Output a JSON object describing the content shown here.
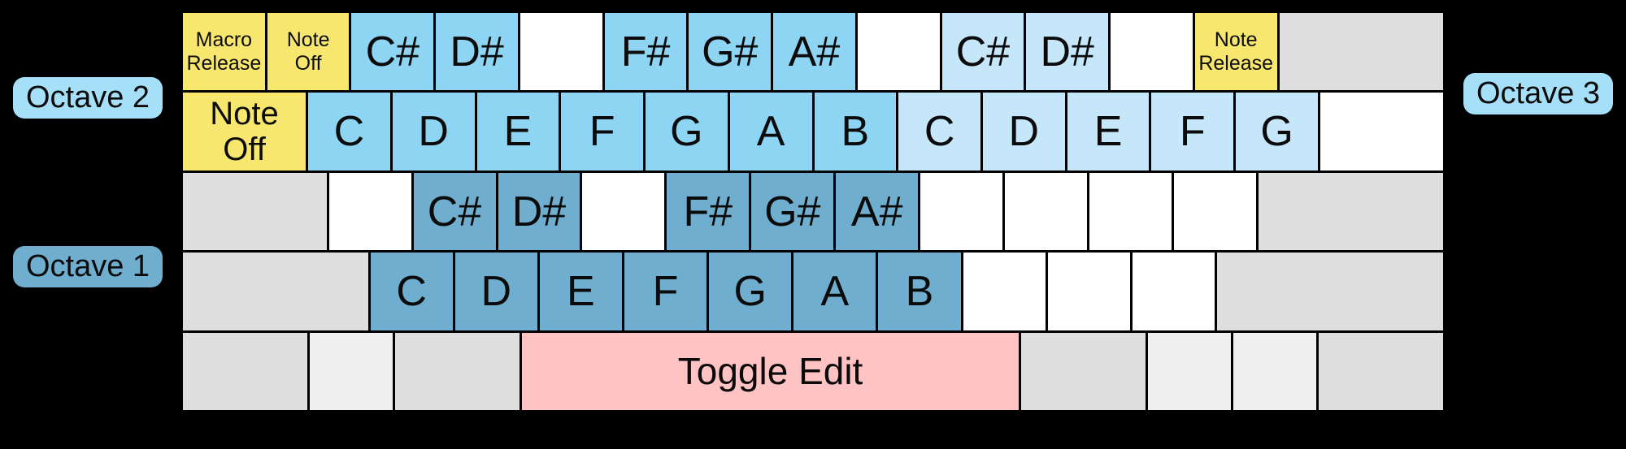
{
  "diagram": {
    "background": "#000000",
    "palette": {
      "yellow": "#F8E76E",
      "octave1": "#6FAECE",
      "octave2": "#8DD5F3",
      "octave3": "#C6E7FA",
      "white": "#FFFFFF",
      "gray": "#DFDFDF",
      "gray_light": "#EFEFEF",
      "pink": "#FFC3C4",
      "badge_blue": "#A6DFF8",
      "badge_steel": "#6FAECE",
      "key_text": "#0B0B0B"
    },
    "badges": {
      "octave2": {
        "label": "Octave 2",
        "color": "#A6DFF8"
      },
      "octave1": {
        "label": "Octave 1",
        "color": "#6FAECE"
      },
      "octave3": {
        "label": "Octave 3",
        "color": "#A6DFF8"
      }
    },
    "rows": [
      [
        {
          "n": "key-macro-release",
          "t": "Macro\nRelease",
          "c": "yellow",
          "u": 1,
          "s": "s"
        },
        {
          "n": "key-note-off",
          "t": "Note\nOff",
          "c": "yellow",
          "u": 1,
          "s": "s"
        },
        {
          "n": "key-c-sharp-octave2",
          "t": "C#",
          "c": "octave2",
          "u": 1,
          "s": "l"
        },
        {
          "n": "key-d-sharp-octave2",
          "t": "D#",
          "c": "octave2",
          "u": 1,
          "s": "l"
        },
        {
          "n": "key-blank",
          "t": "",
          "c": "white",
          "u": 1,
          "s": "l"
        },
        {
          "n": "key-f-sharp-octave2",
          "t": "F#",
          "c": "octave2",
          "u": 1,
          "s": "l"
        },
        {
          "n": "key-g-sharp-octave2",
          "t": "G#",
          "c": "octave2",
          "u": 1,
          "s": "l"
        },
        {
          "n": "key-a-sharp-octave2",
          "t": "A#",
          "c": "octave2",
          "u": 1,
          "s": "l"
        },
        {
          "n": "key-blank",
          "t": "",
          "c": "white",
          "u": 1,
          "s": "l"
        },
        {
          "n": "key-c-sharp-octave3",
          "t": "C#",
          "c": "octave3",
          "u": 1,
          "s": "l"
        },
        {
          "n": "key-d-sharp-octave3",
          "t": "D#",
          "c": "octave3",
          "u": 1,
          "s": "l"
        },
        {
          "n": "key-blank",
          "t": "",
          "c": "white",
          "u": 1,
          "s": "l"
        },
        {
          "n": "key-note-release",
          "t": "Note\nRelease",
          "c": "yellow",
          "u": 1,
          "s": "s"
        },
        {
          "n": "key-backspace",
          "t": "",
          "c": "gray",
          "u": 2,
          "s": "l"
        }
      ],
      [
        {
          "n": "key-tab-note-off",
          "t": "Note\nOff",
          "c": "yellow",
          "u": 1.5,
          "s": "m"
        },
        {
          "n": "key-note-c-octave2",
          "t": "C",
          "c": "octave2",
          "u": 1,
          "s": "l"
        },
        {
          "n": "key-note-d-octave2",
          "t": "D",
          "c": "octave2",
          "u": 1,
          "s": "l"
        },
        {
          "n": "key-note-e-octave2",
          "t": "E",
          "c": "octave2",
          "u": 1,
          "s": "l"
        },
        {
          "n": "key-note-f-octave2",
          "t": "F",
          "c": "octave2",
          "u": 1,
          "s": "l"
        },
        {
          "n": "key-note-g-octave2",
          "t": "G",
          "c": "octave2",
          "u": 1,
          "s": "l"
        },
        {
          "n": "key-note-a-octave2",
          "t": "A",
          "c": "octave2",
          "u": 1,
          "s": "l"
        },
        {
          "n": "key-note-b-octave2",
          "t": "B",
          "c": "octave2",
          "u": 1,
          "s": "l"
        },
        {
          "n": "key-note-c-octave3",
          "t": "C",
          "c": "octave3",
          "u": 1,
          "s": "l"
        },
        {
          "n": "key-note-d-octave3",
          "t": "D",
          "c": "octave3",
          "u": 1,
          "s": "l"
        },
        {
          "n": "key-note-e-octave3",
          "t": "E",
          "c": "octave3",
          "u": 1,
          "s": "l"
        },
        {
          "n": "key-note-f-octave3",
          "t": "F",
          "c": "octave3",
          "u": 1,
          "s": "l"
        },
        {
          "n": "key-note-g-octave3",
          "t": "G",
          "c": "octave3",
          "u": 1,
          "s": "l"
        },
        {
          "n": "key-blank",
          "t": "",
          "c": "white",
          "u": 1.5,
          "s": "l"
        }
      ],
      [
        {
          "n": "key-caps-lock",
          "t": "",
          "c": "gray",
          "u": 1.75,
          "s": "l"
        },
        {
          "n": "key-blank",
          "t": "",
          "c": "white",
          "u": 1,
          "s": "l"
        },
        {
          "n": "key-c-sharp-octave1",
          "t": "C#",
          "c": "octave1",
          "u": 1,
          "s": "l"
        },
        {
          "n": "key-d-sharp-octave1",
          "t": "D#",
          "c": "octave1",
          "u": 1,
          "s": "l"
        },
        {
          "n": "key-blank",
          "t": "",
          "c": "white",
          "u": 1,
          "s": "l"
        },
        {
          "n": "key-f-sharp-octave1",
          "t": "F#",
          "c": "octave1",
          "u": 1,
          "s": "l"
        },
        {
          "n": "key-g-sharp-octave1",
          "t": "G#",
          "c": "octave1",
          "u": 1,
          "s": "l"
        },
        {
          "n": "key-a-sharp-octave1",
          "t": "A#",
          "c": "octave1",
          "u": 1,
          "s": "l"
        },
        {
          "n": "key-blank",
          "t": "",
          "c": "white",
          "u": 1,
          "s": "l"
        },
        {
          "n": "key-blank",
          "t": "",
          "c": "white",
          "u": 1,
          "s": "l"
        },
        {
          "n": "key-blank",
          "t": "",
          "c": "white",
          "u": 1,
          "s": "l"
        },
        {
          "n": "key-blank",
          "t": "",
          "c": "white",
          "u": 1,
          "s": "l"
        },
        {
          "n": "key-enter",
          "t": "",
          "c": "gray",
          "u": 2.25,
          "s": "l"
        }
      ],
      [
        {
          "n": "key-left-shift",
          "t": "",
          "c": "gray",
          "u": 2.25,
          "s": "l"
        },
        {
          "n": "key-note-c-octave1",
          "t": "C",
          "c": "octave1",
          "u": 1,
          "s": "l"
        },
        {
          "n": "key-note-d-octave1",
          "t": "D",
          "c": "octave1",
          "u": 1,
          "s": "l"
        },
        {
          "n": "key-note-e-octave1",
          "t": "E",
          "c": "octave1",
          "u": 1,
          "s": "l"
        },
        {
          "n": "key-note-f-octave1",
          "t": "F",
          "c": "octave1",
          "u": 1,
          "s": "l"
        },
        {
          "n": "key-note-g-octave1",
          "t": "G",
          "c": "octave1",
          "u": 1,
          "s": "l"
        },
        {
          "n": "key-note-a-octave1",
          "t": "A",
          "c": "octave1",
          "u": 1,
          "s": "l"
        },
        {
          "n": "key-note-b-octave1",
          "t": "B",
          "c": "octave1",
          "u": 1,
          "s": "l"
        },
        {
          "n": "key-blank",
          "t": "",
          "c": "white",
          "u": 1,
          "s": "l"
        },
        {
          "n": "key-blank",
          "t": "",
          "c": "white",
          "u": 1,
          "s": "l"
        },
        {
          "n": "key-blank",
          "t": "",
          "c": "white",
          "u": 1,
          "s": "l"
        },
        {
          "n": "key-right-shift",
          "t": "",
          "c": "gray",
          "u": 2.75,
          "s": "l"
        }
      ],
      [
        {
          "n": "key-left-ctrl",
          "t": "",
          "c": "gray",
          "u": 1.5,
          "s": "l"
        },
        {
          "n": "key-left-win",
          "t": "",
          "c": "gray_light",
          "u": 1,
          "s": "l"
        },
        {
          "n": "key-left-alt",
          "t": "",
          "c": "gray",
          "u": 1.5,
          "s": "l"
        },
        {
          "n": "key-space-toggle-edit",
          "t": "Toggle Edit",
          "c": "pink",
          "u": 6,
          "s": "sp"
        },
        {
          "n": "key-right-alt",
          "t": "",
          "c": "gray",
          "u": 1.5,
          "s": "l"
        },
        {
          "n": "key-right-win",
          "t": "",
          "c": "gray_light",
          "u": 1,
          "s": "l"
        },
        {
          "n": "key-menu",
          "t": "",
          "c": "gray_light",
          "u": 1,
          "s": "l"
        },
        {
          "n": "key-right-ctrl",
          "t": "",
          "c": "gray",
          "u": 1.5,
          "s": "l"
        }
      ]
    ]
  }
}
